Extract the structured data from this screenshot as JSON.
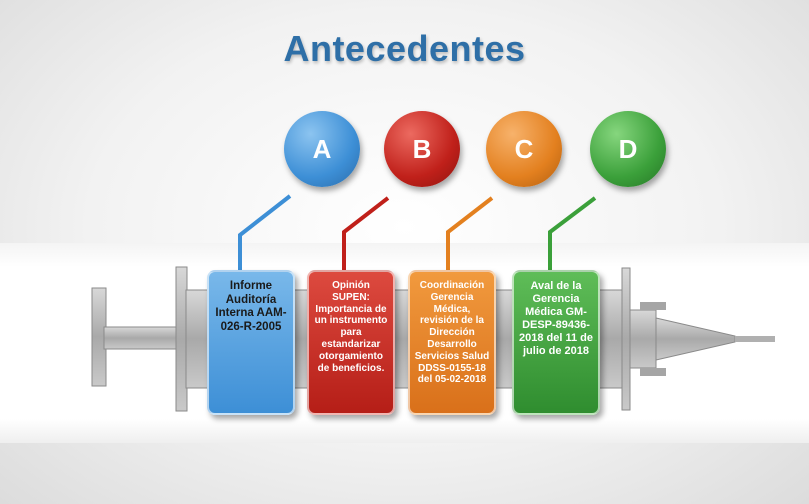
{
  "title": "Antecedentes",
  "colors": {
    "title": "#2E6FA7",
    "a": "#3d8fd6",
    "b": "#c0201a",
    "c": "#e3801f",
    "d": "#3ba03a",
    "syringe_body": "#b9b9b9"
  },
  "items": [
    {
      "letter": "A",
      "text": "Informe Auditoría Interna AAM-026-R-2005"
    },
    {
      "letter": "B",
      "text": "Opinión SUPEN: Importancia de un instrumento para estandarizar otorgamiento de beneficios."
    },
    {
      "letter": "C",
      "text": "Coordinación Gerencia Médica, revisión de la Dirección Desarrollo Servicios Salud DDSS-0155-18 del 05-02-2018"
    },
    {
      "letter": "D",
      "text": "Aval de la Gerencia Médica GM-DESP-89436-2018 del 11 de julio de 2018"
    }
  ]
}
